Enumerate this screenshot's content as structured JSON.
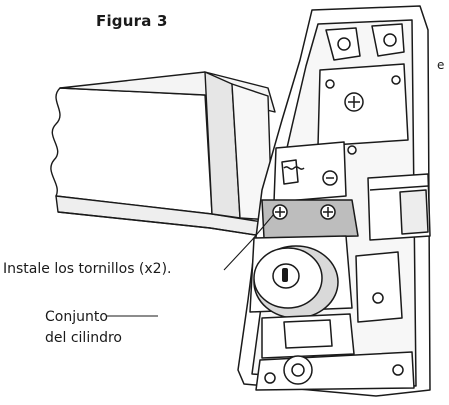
{
  "figure": {
    "title": "Figura 3",
    "stray_char": "e"
  },
  "callouts": {
    "screws": "Instale los tornillos (x2).",
    "cylinder_line1": "Conjunto",
    "cylinder_line2": "del cilindro"
  },
  "colors": {
    "ink": "#1a1a1a",
    "plate_gray": "#bdbdbd",
    "shade_gray": "#d9d9d9",
    "background": "#ffffff"
  }
}
